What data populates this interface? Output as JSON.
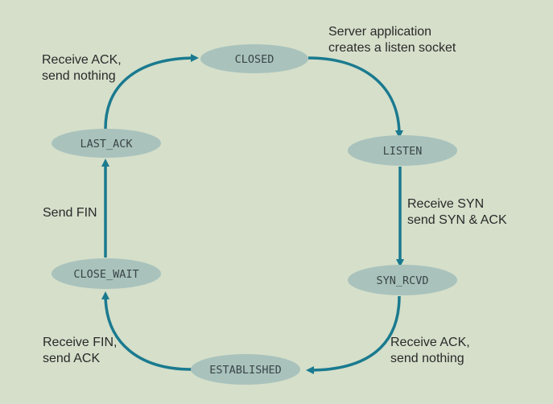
{
  "colors": {
    "background": "#d5dfca",
    "state_fill": "#a9c2bc",
    "arrow": "#1a7a8f"
  },
  "states": {
    "closed": "CLOSED",
    "listen": "LISTEN",
    "syn_rcvd": "SYN_RCVD",
    "established": "ESTABLISHED",
    "close_wait": "CLOSE_WAIT",
    "last_ack": "LAST_ACK"
  },
  "transitions": {
    "closed_to_listen": [
      "Server application",
      "creates a listen socket"
    ],
    "listen_to_syn_rcvd": [
      "Receive SYN",
      "send SYN & ACK"
    ],
    "syn_rcvd_to_established": [
      "Receive ACK,",
      "send nothing"
    ],
    "established_to_close_wait": [
      "Receive FIN,",
      "send ACK"
    ],
    "close_wait_to_last_ack": [
      "Send FIN"
    ],
    "last_ack_to_closed": [
      "Receive ACK,",
      "send nothing"
    ]
  }
}
